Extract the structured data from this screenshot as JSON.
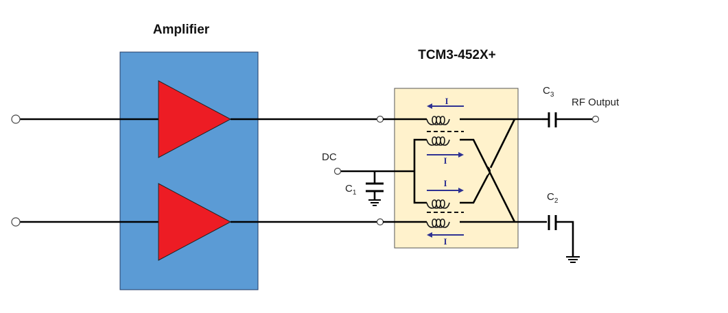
{
  "diagram": {
    "amplifier_title": "Amplifier",
    "device_title": "TCM3-452X+",
    "labels": {
      "dc": "DC",
      "c1": "C",
      "c1_sub": "1",
      "c2": "C",
      "c2_sub": "2",
      "c3": "C",
      "c3_sub": "3",
      "rf_output": "RF Output",
      "current": "I"
    },
    "colors": {
      "amplifier_box": "#5B9BD5",
      "amplifier_triangle": "#ED1C24",
      "device_box": "#FFF2CC",
      "current_arrow": "#2E3192"
    }
  }
}
